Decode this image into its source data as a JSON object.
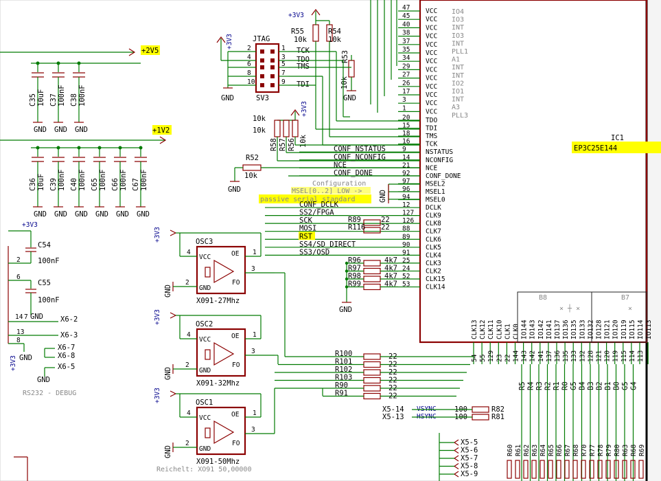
{
  "rails": {
    "v25": "+2V5",
    "v12": "+1V2",
    "v33": "+3V3"
  },
  "gnd": "GND",
  "caps_top": [
    {
      "ref": "C35",
      "val": "10uF"
    },
    {
      "ref": "C37",
      "val": "100nF"
    },
    {
      "ref": "C38",
      "val": "100nF"
    }
  ],
  "caps_bot": [
    {
      "ref": "C36",
      "val": "10uF"
    },
    {
      "ref": "C39",
      "val": "100nF"
    },
    {
      "ref": "C40",
      "val": "100nF"
    },
    {
      "ref": "C65",
      "val": "100nF"
    },
    {
      "ref": "C66",
      "val": "100nF"
    },
    {
      "ref": "C67",
      "val": "100nF"
    }
  ],
  "jtag": {
    "ref": "JTAG",
    "sub": "SV3",
    "left_pins": [
      "2",
      "4",
      "6",
      "8",
      "10"
    ],
    "right_pins": [
      "1",
      "3",
      "5",
      "7",
      "9"
    ],
    "signals": [
      "TCK",
      "TDO",
      "TMS",
      "",
      "TDI"
    ]
  },
  "pullups": {
    "r55": "R55",
    "r54": "R54",
    "val": "10k",
    "r53": "R53",
    "r53v": "10k"
  },
  "r_cfg": {
    "refs": [
      "R58",
      "R57",
      "R56"
    ],
    "val": "10k",
    "v1": "10k",
    "v2": "10k"
  },
  "r52": {
    "ref": "R52",
    "val": "10k"
  },
  "config_note": [
    "Configuration",
    "MSEL[0..2] LOW ->",
    "passive serial standard"
  ],
  "ic": {
    "ref": "IC1",
    "part": "EP3C25E144"
  },
  "vcc_pins": [
    "47",
    "45",
    "40",
    "38",
    "37",
    "35",
    "34",
    "29",
    "27",
    "26",
    "17",
    "3",
    "1"
  ],
  "vcc_labels": [
    "VCC",
    "VCC",
    "VCC",
    "VCC",
    "VCC",
    "VCC",
    "VCC",
    "VCC",
    "VCC",
    "VCC",
    "VCC",
    "VCC",
    "VCC"
  ],
  "vcc_right": [
    "IO4",
    "IO3",
    "INT",
    "IO3",
    "INT",
    "PLL1",
    "A1",
    "INT",
    "INT",
    "IO2",
    "IO1",
    "INT",
    "A3",
    "PLL3"
  ],
  "ic_pins": [
    {
      "n": "20",
      "s": "TDO",
      "net": ""
    },
    {
      "n": "15",
      "s": "TDI",
      "net": ""
    },
    {
      "n": "18",
      "s": "TMS",
      "net": ""
    },
    {
      "n": "16",
      "s": "TCK",
      "net": ""
    },
    {
      "n": "9",
      "s": "NSTATUS",
      "net": "CONF_NSTATUS"
    },
    {
      "n": "14",
      "s": "NCONFIG",
      "net": "CONF_NCONFIG"
    },
    {
      "n": "21",
      "s": "NCE",
      "net": "NCE"
    },
    {
      "n": "92",
      "s": "CONF_DONE",
      "net": "CONF_DONE"
    },
    {
      "n": "97",
      "s": "MSEL2",
      "net": ""
    },
    {
      "n": "96",
      "s": "MSEL1",
      "net": ""
    },
    {
      "n": "94",
      "s": "MSEL0",
      "net": ""
    },
    {
      "n": "12",
      "s": "DCLK",
      "net": "CONF_DCLK"
    },
    {
      "n": "127",
      "s": "CLK9",
      "net": "SS2/FPGA"
    },
    {
      "n": "126",
      "s": "CLK8",
      "net": "SCK"
    },
    {
      "n": "88",
      "s": "CLK7",
      "net": "MOSI"
    },
    {
      "n": "89",
      "s": "CLK6",
      "net": "RST"
    },
    {
      "n": "90",
      "s": "CLK5",
      "net": "SS4/SD_DIRECT"
    },
    {
      "n": "91",
      "s": "CLK4",
      "net": "SS3/OSD"
    },
    {
      "n": "25",
      "s": "CLK3",
      "net": ""
    },
    {
      "n": "24",
      "s": "CLK2",
      "net": ""
    },
    {
      "n": "52",
      "s": "CLK15",
      "net": ""
    },
    {
      "n": "53",
      "s": "CLK14",
      "net": ""
    }
  ],
  "ser_r": [
    {
      "ref": "R89",
      "val": "22"
    },
    {
      "ref": "R116",
      "val": "22"
    }
  ],
  "pd_r": [
    {
      "ref": "R96",
      "val": "4k7"
    },
    {
      "ref": "R97",
      "val": "4k7"
    },
    {
      "ref": "R98",
      "val": "4k7"
    },
    {
      "ref": "R99",
      "val": "4k7"
    }
  ],
  "osc": [
    {
      "ref": "OSC3",
      "label": "X091-27Mhz"
    },
    {
      "ref": "OSC2",
      "label": "X091-32Mhz"
    },
    {
      "ref": "OSC1",
      "label": "X091-50Mhz"
    }
  ],
  "osc_pins": {
    "vcc": "VCC",
    "gnd": "GND",
    "oe": "OE",
    "fo": "FO",
    "p1": "1",
    "p2": "2",
    "p3": "3",
    "p4": "4"
  },
  "rs232": {
    "title": "RS232 - DEBUG",
    "caps": [
      {
        "ref": "C54",
        "val": "100nF"
      },
      {
        "ref": "C55",
        "val": "100nF"
      }
    ],
    "pins": [
      "2",
      "6",
      "14",
      "7",
      "13",
      "8"
    ],
    "x6": [
      "X6-2",
      "X6-3",
      "X6-7",
      "X6-8",
      "X6-5"
    ],
    "v33": "+3V3"
  },
  "clk_res": [
    {
      "ref": "R100",
      "val": "22"
    },
    {
      "ref": "R101",
      "val": "22"
    },
    {
      "ref": "R102",
      "val": "22"
    },
    {
      "ref": "R103",
      "val": "22"
    },
    {
      "ref": "R90",
      "val": "22"
    },
    {
      "ref": "R91",
      "val": "22"
    }
  ],
  "sync": [
    {
      "net": "X5-14",
      "sig": "VSYNC",
      "val": "100",
      "ref": "R82"
    },
    {
      "net": "X5-13",
      "sig": "HSYNC",
      "val": "100",
      "ref": "R81"
    }
  ],
  "x5": [
    "X5-5",
    "X5-6",
    "X5-7",
    "X5-8",
    "X5-9"
  ],
  "banks": [
    "B8",
    "B7"
  ],
  "bottom_pins": [
    "CLK13",
    "CLK12",
    "CLK11",
    "CLK10",
    "CLK1",
    "CLK0",
    "IO144",
    "IO143",
    "IO142",
    "IO141",
    "IO137",
    "IO136",
    "IO135",
    "IO133",
    "IO132",
    "IO128",
    "IO121",
    "IO120",
    "IO119",
    "IO115",
    "IO114",
    "IO113"
  ],
  "bottom_nums": [
    "54",
    "55",
    "129",
    "23",
    "22",
    "144",
    "143",
    "142",
    "141",
    "137",
    "136",
    "135",
    "133",
    "132",
    "128",
    "121",
    "120",
    "119",
    "115",
    "114",
    "113"
  ],
  "bottom_nets": [
    "R5",
    "R4",
    "R3",
    "R2",
    "R1",
    "R0",
    "G5",
    "B4",
    "B3",
    "B2",
    "B1",
    "B0",
    "G5",
    "G4"
  ],
  "bottom_res": [
    "R60",
    "R61",
    "R62",
    "R63",
    "R64",
    "R65",
    "R66",
    "R67",
    "R68",
    "R70",
    "R77",
    "R78",
    "R79",
    "R80",
    "R63",
    "R68",
    "R69"
  ],
  "footer": "Reichelt:  XO91 50,00000"
}
